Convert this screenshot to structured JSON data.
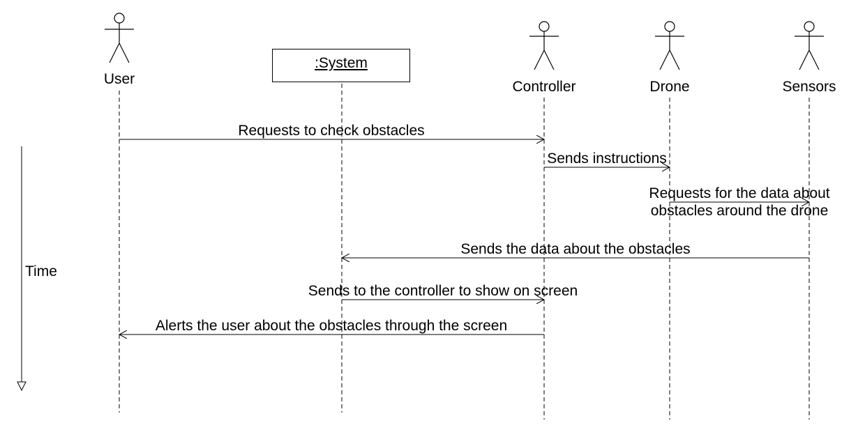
{
  "diagram": {
    "participants": {
      "user": {
        "label": "User",
        "kind": "actor"
      },
      "system": {
        "label": ":System",
        "kind": "object"
      },
      "controller": {
        "label": "Controller",
        "kind": "actor"
      },
      "drone": {
        "label": "Drone",
        "kind": "actor"
      },
      "sensors": {
        "label": "Sensors",
        "kind": "actor"
      }
    },
    "messages": [
      {
        "label": "Requests to check obstacles",
        "from": "User",
        "to": "Controller"
      },
      {
        "label": "Sends instructions",
        "from": "Controller",
        "to": "Drone"
      },
      {
        "label_line1": "Requests for the data about",
        "label_line2": "obstacles around the drone",
        "from": "Drone",
        "to": "Sensors"
      },
      {
        "label": "Sends the data about the obstacles",
        "from": "Sensors",
        "to": ":System"
      },
      {
        "label": "Sends to the controller to show on screen",
        "from": ":System",
        "to": "Controller"
      },
      {
        "label": "Alerts the user about the obstacles through the screen",
        "from": "Controller",
        "to": "User"
      }
    ],
    "time_axis": {
      "label": "Time"
    }
  }
}
